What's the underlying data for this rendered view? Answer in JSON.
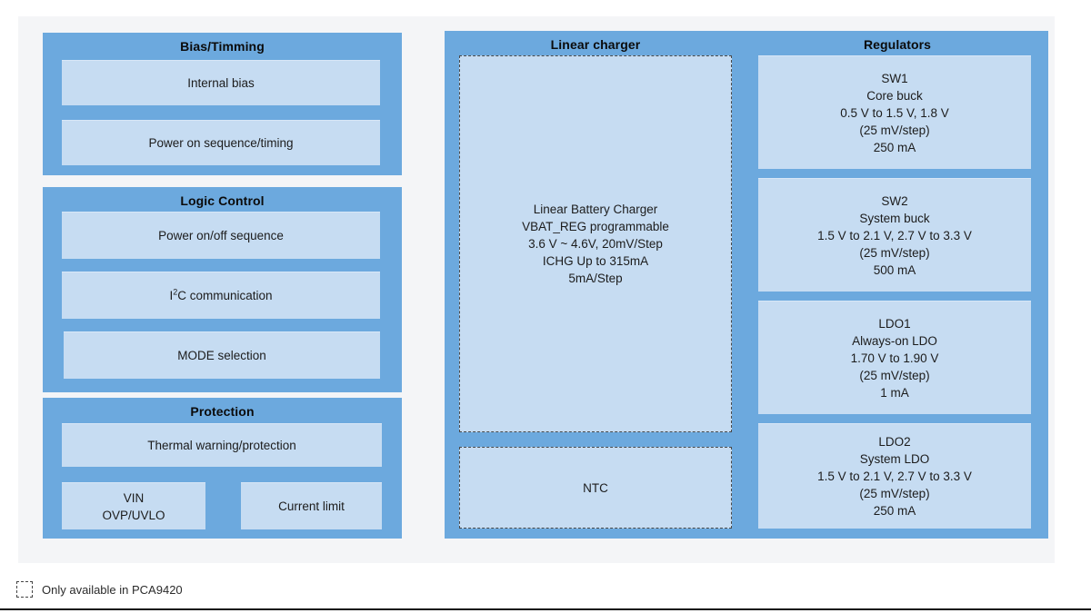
{
  "diagram": {
    "groups": [
      {
        "id": "bias-timming",
        "title": "Bias/Timming",
        "blocks": [
          {
            "id": "internal-bias",
            "lines": [
              "Internal bias"
            ],
            "dashed": false
          },
          {
            "id": "power-on-sequence-timing",
            "lines": [
              "Power on sequence/timing"
            ],
            "dashed": false
          }
        ]
      },
      {
        "id": "logic-control",
        "title": "Logic Control",
        "blocks": [
          {
            "id": "power-on-off-sequence",
            "lines": [
              "Power on/off sequence"
            ],
            "dashed": false
          },
          {
            "id": "i2c-communication",
            "lines": [
              "I2C communication"
            ],
            "dashed": false
          },
          {
            "id": "mode-selection",
            "lines": [
              "MODE selection"
            ],
            "dashed": false
          }
        ]
      },
      {
        "id": "protection",
        "title": "Protection",
        "blocks": [
          {
            "id": "thermal-warning-protection",
            "lines": [
              "Thermal warning/protection"
            ],
            "dashed": false
          },
          {
            "id": "vin-ovp-uvlo",
            "lines": [
              "VIN",
              "OVP/UVLO"
            ],
            "dashed": false
          },
          {
            "id": "current-limit",
            "lines": [
              "Current limit"
            ],
            "dashed": false
          }
        ]
      },
      {
        "id": "linear-charger",
        "title": "Linear charger",
        "blocks": [
          {
            "id": "linear-battery-charger",
            "lines": [
              "Linear Battery Charger",
              "VBAT_REG programmable",
              "3.6 V ~ 4.6V, 20mV/Step",
              "ICHG Up to 315mA",
              "5mA/Step"
            ],
            "dashed": true
          },
          {
            "id": "ntc",
            "lines": [
              "NTC"
            ],
            "dashed": true
          }
        ]
      },
      {
        "id": "regulators",
        "title": "Regulators",
        "blocks": [
          {
            "id": "sw1",
            "lines": [
              "SW1",
              "Core buck",
              "0.5 V to 1.5 V, 1.8 V",
              "(25 mV/step)",
              "250 mA"
            ],
            "dashed": false
          },
          {
            "id": "sw2",
            "lines": [
              "SW2",
              "System buck",
              "1.5 V to 2.1 V, 2.7 V to 3.3 V",
              "(25 mV/step)",
              "500 mA"
            ],
            "dashed": false
          },
          {
            "id": "ldo1",
            "lines": [
              "LDO1",
              "Always-on LDO",
              "1.70 V to 1.90 V",
              "(25 mV/step)",
              "1 mA"
            ],
            "dashed": false
          },
          {
            "id": "ldo2",
            "lines": [
              "LDO2",
              "System LDO",
              "1.5 V to 2.1 V, 2.7 V to 3.3 V",
              "(25 mV/step)",
              "250 mA"
            ],
            "dashed": false
          }
        ]
      }
    ],
    "titles": {
      "bias": "Bias/Timming",
      "logic": "Logic Control",
      "protection": "Protection",
      "linear_charger": "Linear charger",
      "regulators": "Regulators"
    },
    "blocks": {
      "internal_bias": "Internal bias",
      "power_on_sequence_timing": "Power on sequence/timing",
      "power_on_off_sequence": "Power on/off sequence",
      "i2c_pre": "I",
      "i2c_sup": "2",
      "i2c_post": "C communication",
      "mode_selection": "MODE selection",
      "thermal": "Thermal warning/protection",
      "vin_l1": "VIN",
      "vin_l2": "OVP/UVLO",
      "current_limit": "Current limit",
      "ntc": "NTC",
      "charger_l1": "Linear Battery Charger",
      "charger_l2": "VBAT_REG programmable",
      "charger_l3": "3.6 V ~ 4.6V, 20mV/Step",
      "charger_l4": "ICHG Up to 315mA",
      "charger_l5": "5mA/Step",
      "sw1_l1": "SW1",
      "sw1_l2": "Core buck",
      "sw1_l3": "0.5 V to 1.5 V, 1.8 V",
      "sw1_l4": "(25 mV/step)",
      "sw1_l5": "250 mA",
      "sw2_l1": "SW2",
      "sw2_l2": "System buck",
      "sw2_l3": "1.5 V to 2.1 V, 2.7 V to 3.3 V",
      "sw2_l4": "(25 mV/step)",
      "sw2_l5": "500 mA",
      "ldo1_l1": "LDO1",
      "ldo1_l2": "Always-on LDO",
      "ldo1_l3": "1.70 V to 1.90 V",
      "ldo1_l4": "(25 mV/step)",
      "ldo1_l5": "1 mA",
      "ldo2_l1": "LDO2",
      "ldo2_l2": "System LDO",
      "ldo2_l3": "1.5 V to 2.1 V, 2.7 V to 3.3 V",
      "ldo2_l4": "(25 mV/step)",
      "ldo2_l5": "250 mA"
    }
  },
  "legend": {
    "text": "Only available in PCA9420",
    "swatch_style": "dashed-square"
  },
  "colors": {
    "panel_blue": "#6ca9de",
    "block_light_blue": "#c6dcf2",
    "surface_gray": "#f4f5f7",
    "dashed_border": "#4a4a4a",
    "text": "#1c1c1c"
  }
}
